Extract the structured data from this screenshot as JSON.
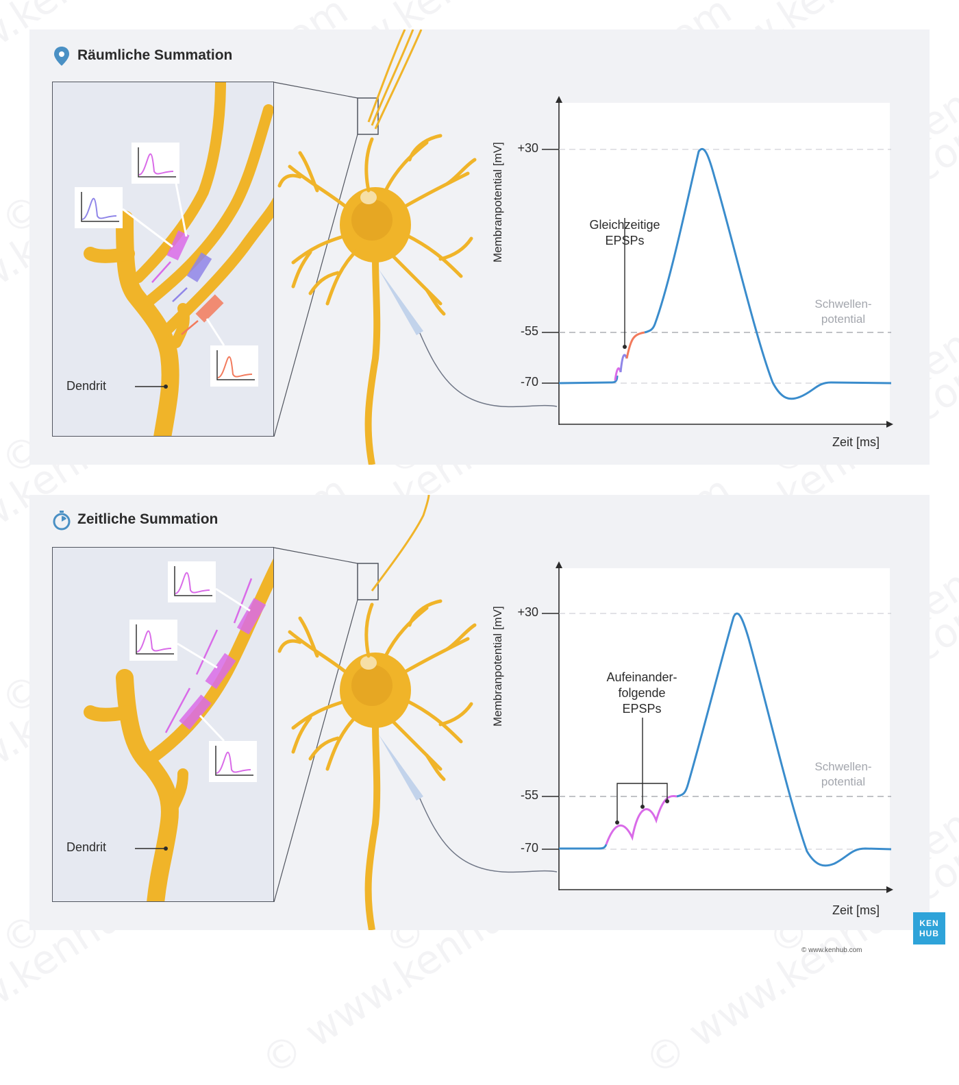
{
  "panels": {
    "top": {
      "title": "Räumliche Summation",
      "icon": "location-pin-icon",
      "dendrite_label": "Dendrit",
      "y_axis_label": "Membranpotential [mV]",
      "x_axis_label": "Zeit [ms]",
      "ticks": [
        "+30",
        "-55",
        "-70"
      ],
      "threshold_label_1": "Schwellen-",
      "threshold_label_2": "potential",
      "annotation_line1": "Gleichzeitige",
      "annotation_line2": "EPSPs"
    },
    "bottom": {
      "title": "Zeitliche Summation",
      "icon": "stopwatch-icon",
      "dendrite_label": "Dendrit",
      "y_axis_label": "Membranpotential [mV]",
      "x_axis_label": "Zeit [ms]",
      "ticks": [
        "+30",
        "-55",
        "-70"
      ],
      "threshold_label_1": "Schwellen-",
      "threshold_label_2": "potential",
      "annotation_line1": "Aufeinander-",
      "annotation_line2": "folgende",
      "annotation_line3": "EPSPs"
    }
  },
  "colors": {
    "trace": "#3a8ccc",
    "epsp_magenta": "#d96be8",
    "epsp_blue": "#8f85e8",
    "epsp_red": "#f27a5c",
    "dendrite": "#f5c233",
    "panel_bg": "#f1f2f5",
    "inset_bg": "#e6e9f1"
  },
  "watermark": "© www.kenhub.com",
  "logo": {
    "line1": "KEN",
    "line2": "HUB"
  },
  "copyright": "© www.kenhub.com"
}
